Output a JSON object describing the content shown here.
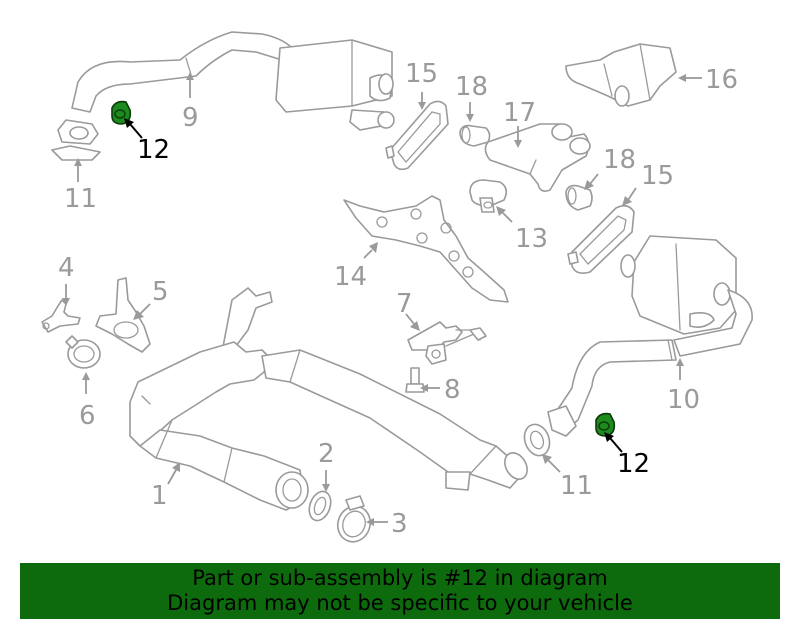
{
  "callouts": {
    "c1": "1",
    "c2": "2",
    "c3": "3",
    "c4": "4",
    "c5": "5",
    "c6": "6",
    "c7": "7",
    "c8": "8",
    "c9": "9",
    "c10": "10",
    "c11a": "11",
    "c11b": "11",
    "c12a": "12",
    "c12b": "12",
    "c13": "13",
    "c14": "14",
    "c15a": "15",
    "c15b": "15",
    "c16": "16",
    "c17": "17",
    "c18a": "18",
    "c18b": "18"
  },
  "banner": {
    "line1": "Part or sub-assembly is #12 in diagram",
    "line2": "Diagram may not be specific to your vehicle"
  },
  "colors": {
    "banner_bg": "#0d6b0d",
    "highlight_part": "#1c8a1c",
    "line_art": "#9a9a9a"
  },
  "icons": {
    "highlighted_part": "rubber-hanger-icon"
  }
}
